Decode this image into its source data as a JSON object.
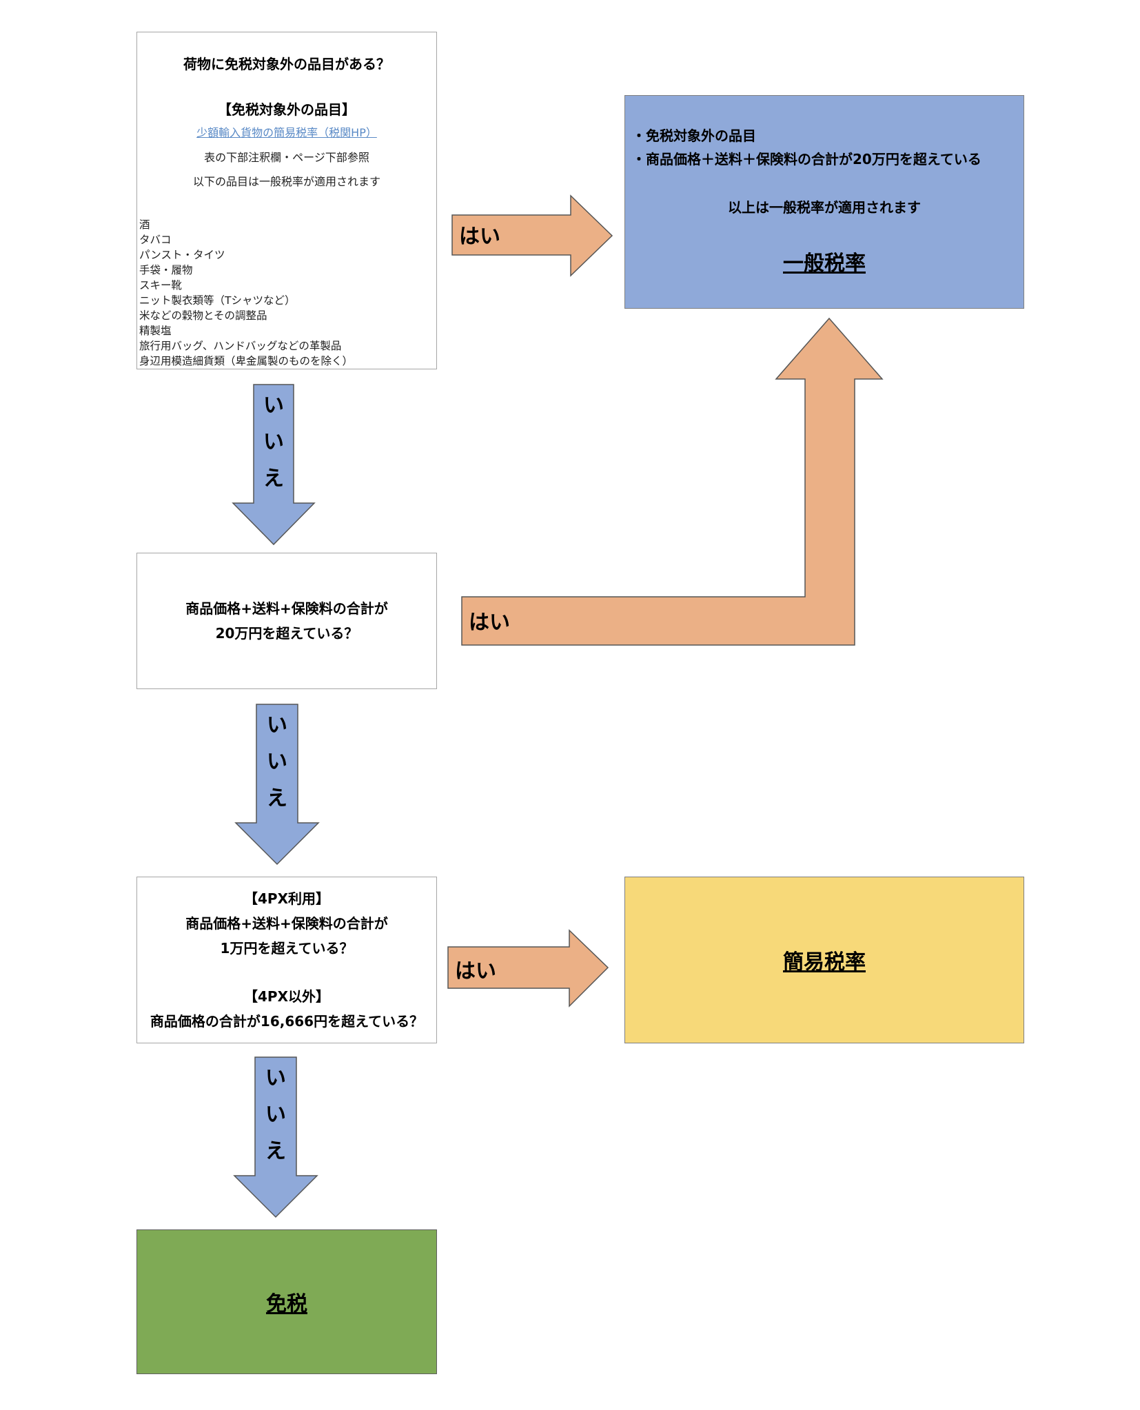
{
  "q1": {
    "title": "荷物に免税対象外の品目がある？",
    "list_heading": "【免税対象外の品目】",
    "link": "少額輸入貨物の簡易税率（税関HP）",
    "note1": "表の下部注釈欄・ページ下部参照",
    "note2": "以下の品目は一般税率が適用されます",
    "items": [
      "酒",
      "タバコ",
      "パンスト・タイツ",
      "手袋・履物",
      "スキー靴",
      "ニット製衣類等（Tシャツなど）",
      "米などの穀物とその調整品",
      "精製塩",
      "旅行用バッグ、ハンドバッグなどの革製品",
      "身辺用模造細貨類（卑金属製のものを除く）"
    ]
  },
  "q2": {
    "line1": "商品価格+送料+保険料の合計が",
    "line2": "20万円を超えている？"
  },
  "q3": {
    "h1": "【4PX利用】",
    "l1": "商品価格+送料+保険料の合計が",
    "l2": "1万円を超えている？",
    "h2": "【4PX以外】",
    "l3": "商品価格の合計が16,666円を超えている？"
  },
  "general": {
    "item1": "・免税対象外の品目",
    "item2": "・商品価格＋送料＋保険料の合計が20万円を超えている",
    "note": "以上は一般税率が適用されます",
    "label": "一般税率"
  },
  "simple": {
    "label": "簡易税率"
  },
  "free": {
    "label": "免税"
  },
  "arrows": {
    "yes": "はい",
    "no": [
      "い",
      "い",
      "え"
    ]
  },
  "colors": {
    "yes_arrow": "#ebb086",
    "no_arrow": "#8fa9d9",
    "general": "#8fa9d9",
    "simple": "#f7d979",
    "free": "#7faa55"
  }
}
